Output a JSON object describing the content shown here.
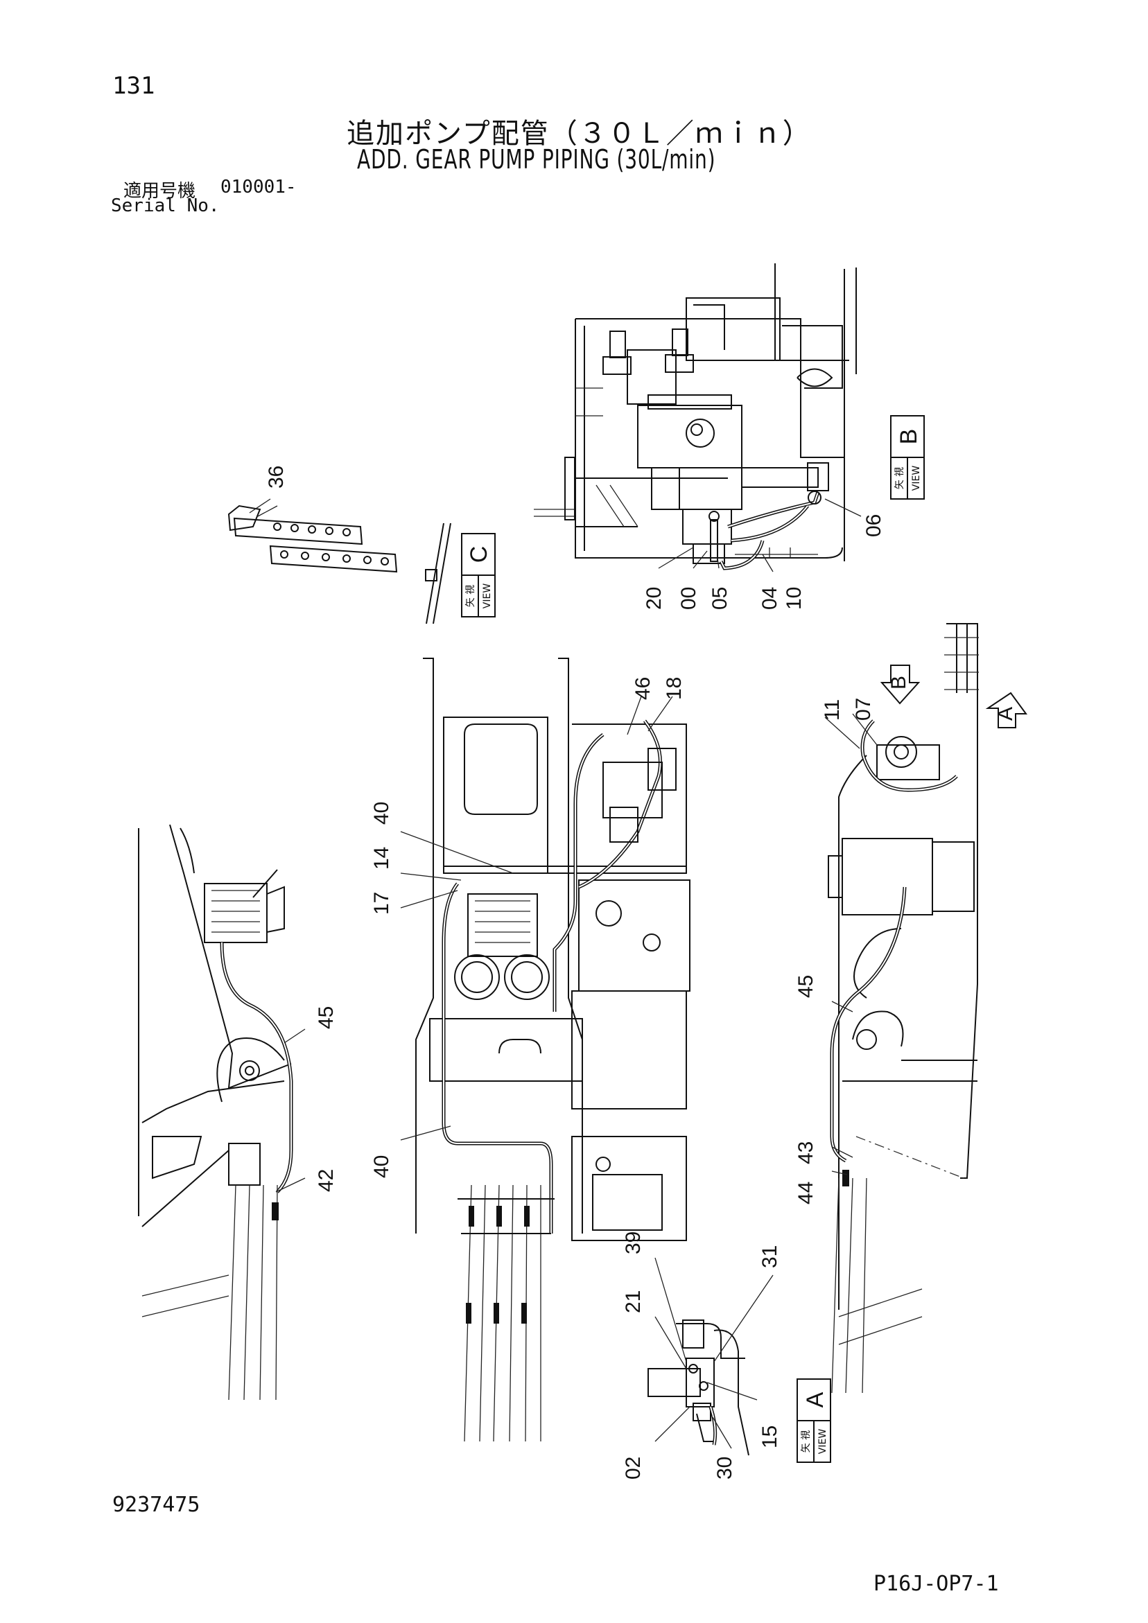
{
  "header": {
    "page_number": "131",
    "title_jp": "追加ポンプ配管（３０Ｌ／ｍｉｎ）",
    "title_en": "ADD. GEAR PUMP PIPING (30L/min)",
    "serial_label_jp": "適用号機",
    "serial_value": "010001-",
    "serial_label_en": "Serial No."
  },
  "footer": {
    "doc_number": "9237475",
    "page_code": "P16J-OP7-1"
  },
  "views": {
    "view_b": {
      "letter": "B",
      "kanji": "矢 視",
      "word": "VIEW"
    },
    "view_c": {
      "letter": "C",
      "kanji": "矢 視",
      "word": "VIEW"
    },
    "view_a": {
      "letter": "A",
      "kanji": "矢 視",
      "word": "VIEW"
    },
    "arrow_b": "B",
    "arrow_a": "A"
  },
  "callouts": {
    "c36": "36",
    "c06": "06",
    "c20": "20",
    "c00": "00",
    "c05": "05",
    "c04": "04",
    "c10": "10",
    "c46": "46",
    "c18": "18",
    "c11": "11",
    "c07": "07",
    "c40a": "40",
    "c14": "14",
    "c17": "17",
    "c45a": "45",
    "c45b": "45",
    "c42": "42",
    "c40b": "40",
    "c43": "43",
    "c44": "44",
    "c39": "39",
    "c31": "31",
    "c21": "21",
    "c15": "15",
    "c02": "02",
    "c30": "30"
  }
}
